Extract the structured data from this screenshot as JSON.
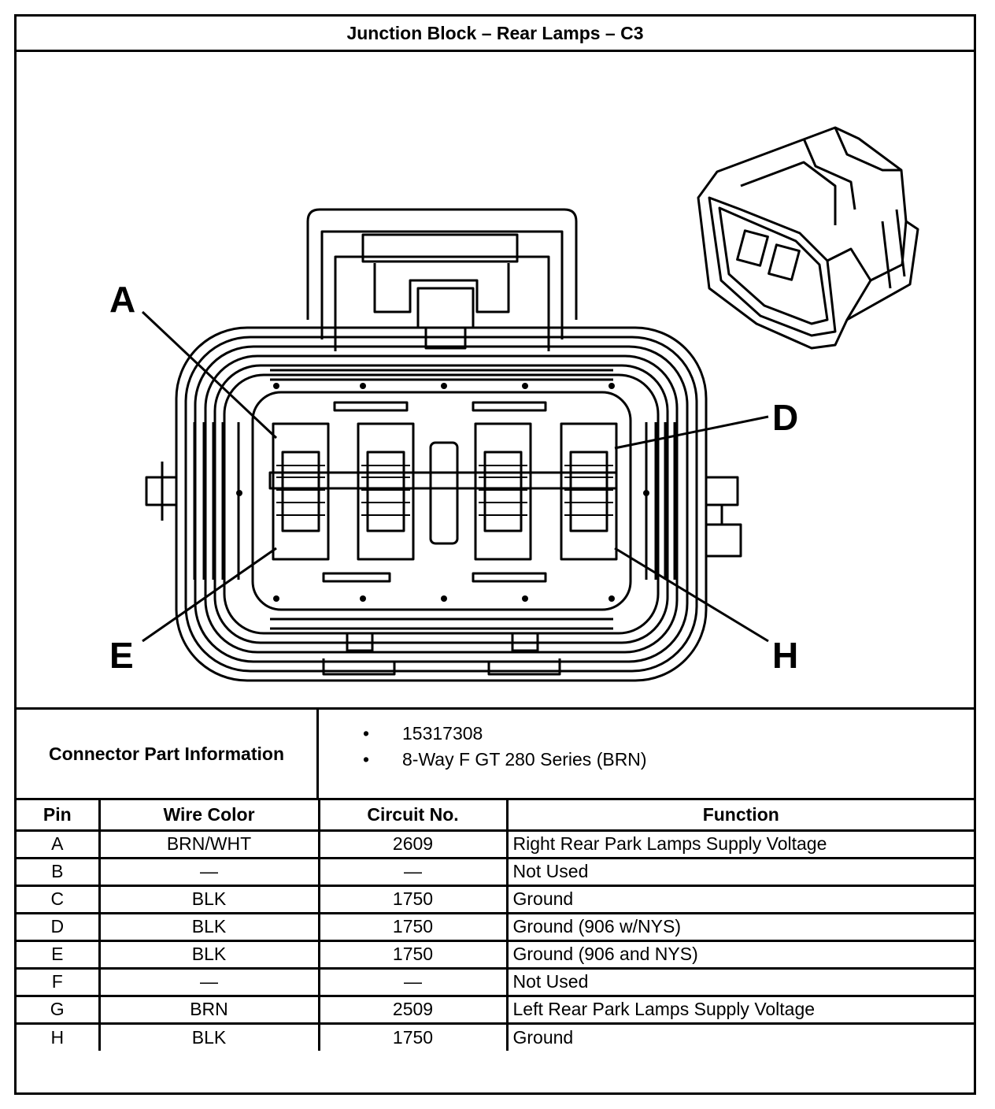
{
  "title": "Junction Block – Rear Lamps – C3",
  "diagram": {
    "pin_labels": {
      "a": "A",
      "d": "D",
      "e": "E",
      "h": "H"
    }
  },
  "connector_info": {
    "label": "Connector Part Information",
    "items": [
      "15317308",
      "8-Way F GT 280 Series (BRN)"
    ]
  },
  "table": {
    "headers": {
      "pin": "Pin",
      "wire_color": "Wire Color",
      "circuit": "Circuit No.",
      "function": "Function"
    },
    "rows": [
      {
        "pin": "A",
        "wire_color": "BRN/WHT",
        "circuit": "2609",
        "function": "Right Rear Park Lamps Supply Voltage"
      },
      {
        "pin": "B",
        "wire_color": "—",
        "circuit": "—",
        "function": "Not Used"
      },
      {
        "pin": "C",
        "wire_color": "BLK",
        "circuit": "1750",
        "function": "Ground"
      },
      {
        "pin": "D",
        "wire_color": "BLK",
        "circuit": "1750",
        "function": "Ground (906 w/NYS)"
      },
      {
        "pin": "E",
        "wire_color": "BLK",
        "circuit": "1750",
        "function": "Ground (906 and NYS)"
      },
      {
        "pin": "F",
        "wire_color": "—",
        "circuit": "—",
        "function": "Not Used"
      },
      {
        "pin": "G",
        "wire_color": "BRN",
        "circuit": "2509",
        "function": "Left Rear Park Lamps Supply Voltage"
      },
      {
        "pin": "H",
        "wire_color": "BLK",
        "circuit": "1750",
        "function": "Ground"
      }
    ]
  }
}
